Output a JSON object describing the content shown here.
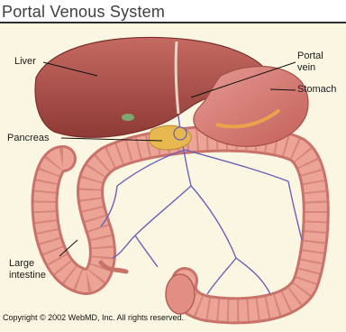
{
  "title": "Portal Venous System",
  "labels": {
    "liver": "Liver",
    "portal_vein_line1": "Portal",
    "portal_vein_line2": "vein",
    "stomach": "Stomach",
    "pancreas": "Pancreas",
    "large_intestine_line1": "Large",
    "large_intestine_line2": "intestine"
  },
  "copyright": "Copyright © 2002 WebMD, Inc. All rights reserved.",
  "colors": {
    "background": "#fbf6e2",
    "liver": "#b4514a",
    "stomach": "#d9807a",
    "intestine": "#e79a8e",
    "pancreas": "#e6b84f",
    "veins": "#6a62b8"
  }
}
